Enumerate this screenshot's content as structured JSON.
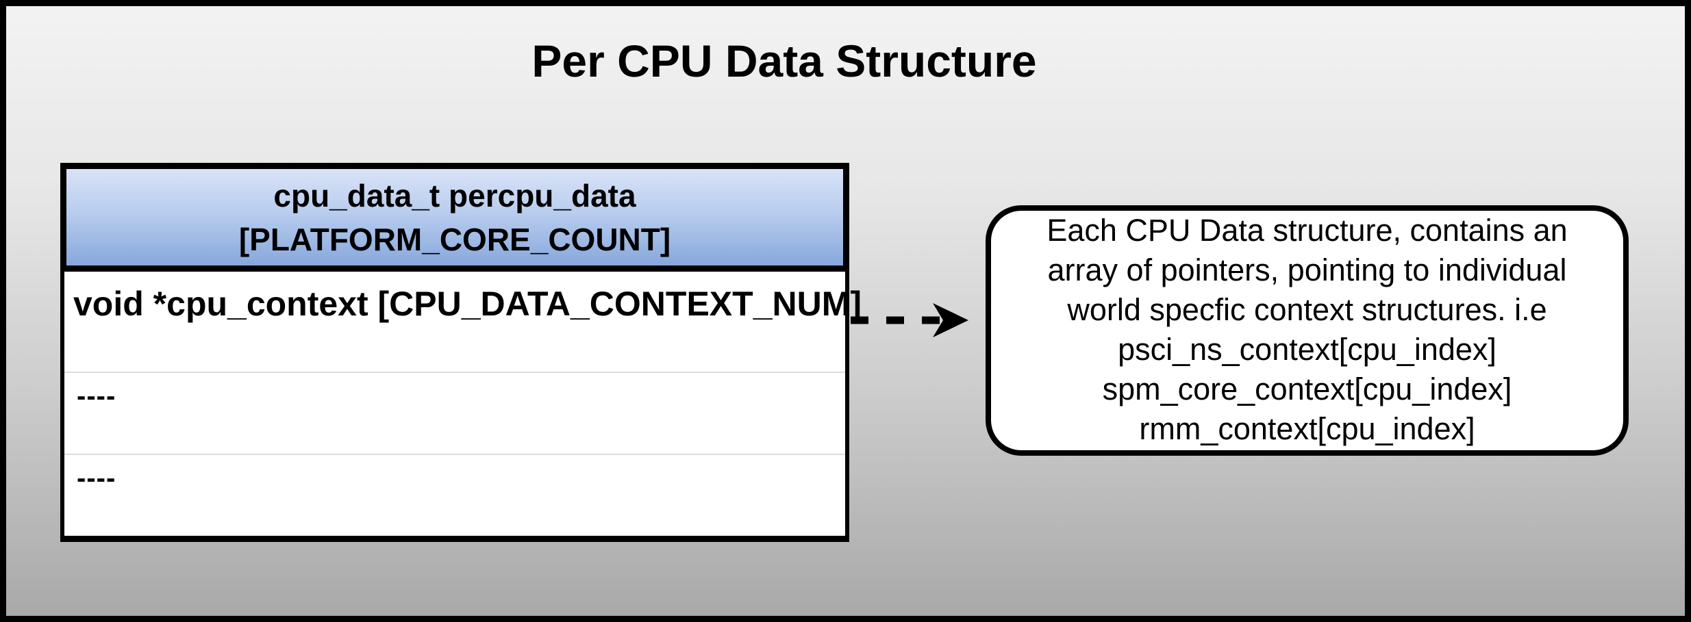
{
  "title": "Per CPU Data Structure",
  "struct_table": {
    "header_line1": "cpu_data_t percpu_data",
    "header_line2": "[PLATFORM_CORE_COUNT]",
    "rows": [
      {
        "text": "void *cpu_context [CPU_DATA_CONTEXT_NUM]"
      },
      {
        "text": "----"
      },
      {
        "text": "----"
      }
    ]
  },
  "note_box": {
    "lines": [
      "Each CPU Data structure, contains an",
      "array of pointers, pointing to individual",
      "world specfic context structures. i.e",
      "psci_ns_context[cpu_index]",
      "spm_core_context[cpu_index]",
      "rmm_context[cpu_index]"
    ]
  },
  "connector": {
    "type": "dashed-arrow",
    "direction": "right"
  },
  "colors": {
    "frame_border": "#000000",
    "background_gradient_top": "#f3f3f3",
    "background_gradient_bottom": "#a8a8a8",
    "header_gradient_top": "#d8e3f7",
    "header_gradient_bottom": "#86a8dc",
    "row_fill": "#ffffff",
    "row_separator": "#dcdcdc",
    "text": "#000000"
  }
}
